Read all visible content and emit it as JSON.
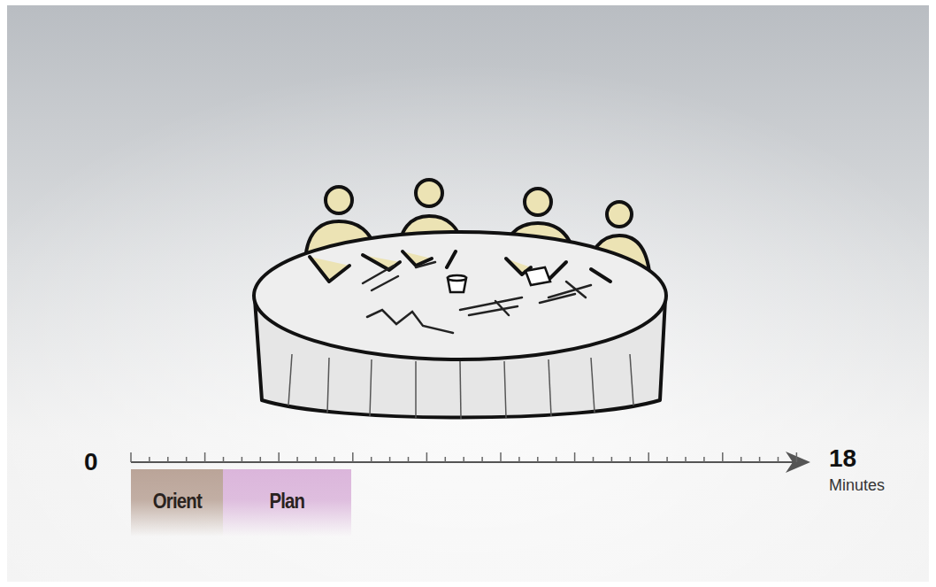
{
  "diagram": {
    "nodes": [
      {
        "text": [
          "Orient"
        ]
      },
      {
        "text": [
          "Plan"
        ]
      }
    ],
    "labels": [
      "0",
      "18",
      "Minutes"
    ]
  }
}
